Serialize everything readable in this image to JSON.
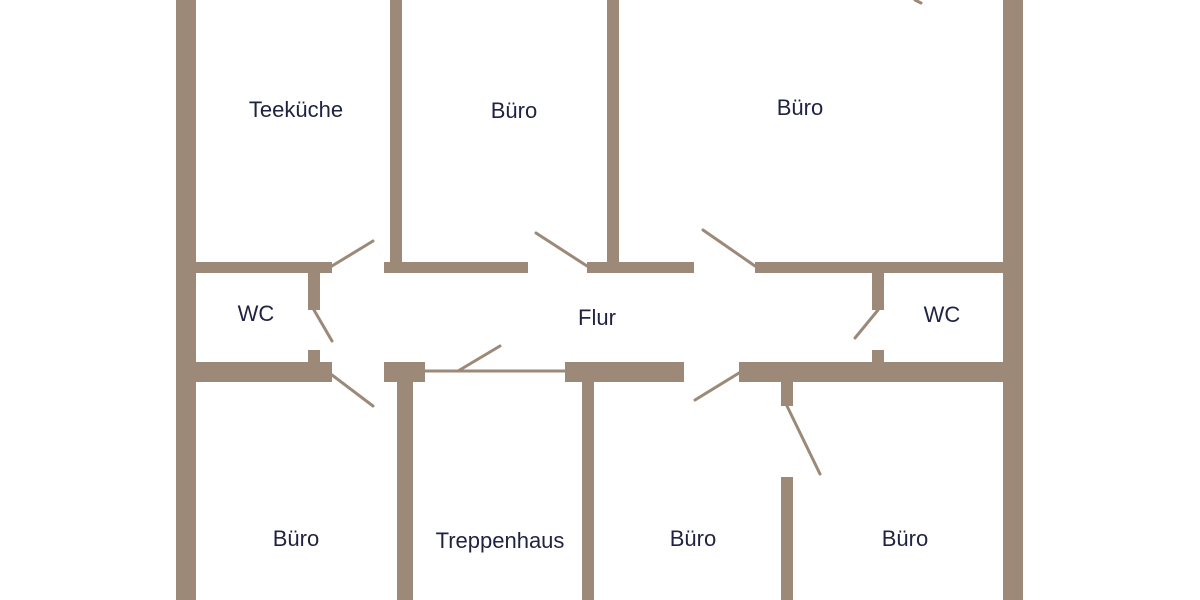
{
  "colors": {
    "wall": "#9c8977",
    "text": "#1f2241",
    "background": "#ffffff"
  },
  "rooms": {
    "teekueche": "Teeküche",
    "buero_top_middle": "Büro",
    "buero_top_right": "Büro",
    "wc_left": "WC",
    "flur": "Flur",
    "wc_right": "WC",
    "buero_bottom_left": "Büro",
    "treppenhaus": "Treppenhaus",
    "buero_bottom_middle": "Büro",
    "buero_bottom_right": "Büro"
  }
}
